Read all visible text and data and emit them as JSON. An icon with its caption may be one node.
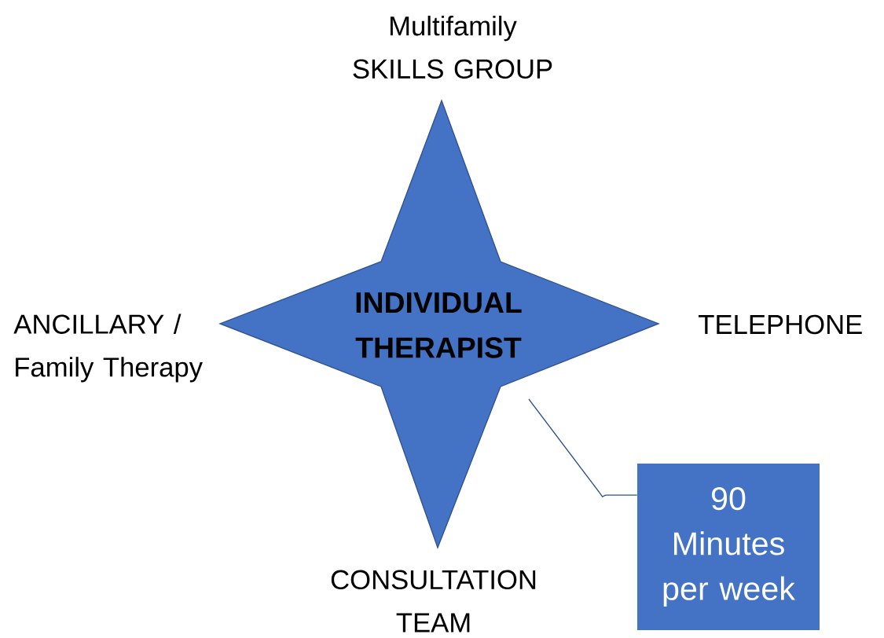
{
  "diagram": {
    "nodes": [
      {
        "text": [
          "INDIVIDUAL THERAPIST"
        ],
        "beside": [
          "Multifamily SKILLS GROUP",
          "ANCILLARY / Family Therapy",
          "TELEPHONE",
          "CONSULTATION TEAM"
        ]
      },
      {
        "text": [
          "90 Minutes per week"
        ]
      }
    ],
    "edges": [
      {
        "from": 1,
        "to": 0,
        "arrow": "none"
      }
    ]
  }
}
